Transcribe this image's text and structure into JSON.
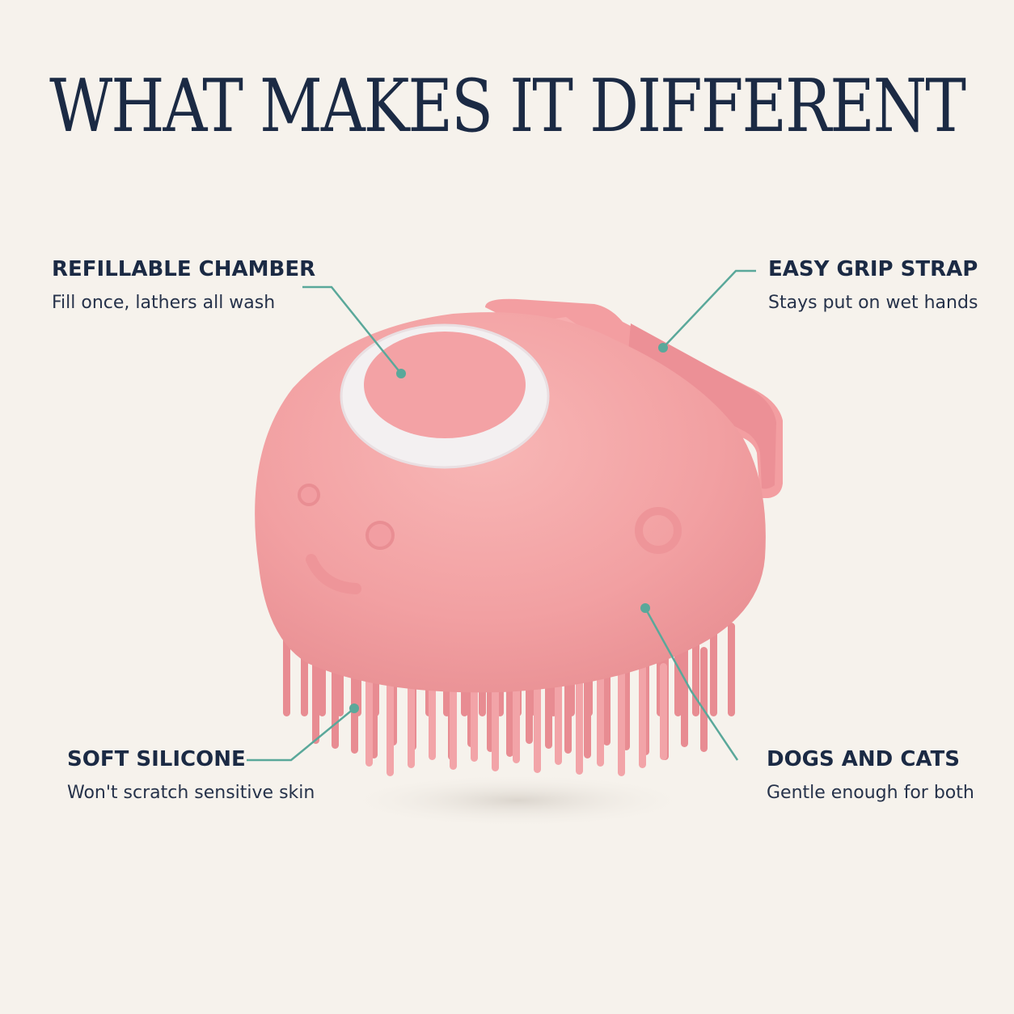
{
  "title": "WHAT MAKES IT DIFFERENT",
  "features": [
    {
      "heading": "REFILLABLE CHAMBER",
      "description": "Fill once, lathers all wash"
    },
    {
      "heading": "EASY GRIP STRAP",
      "description": "Stays put on wet hands"
    },
    {
      "heading": "SOFT SILICONE",
      "description": "Won't scratch sensitive skin"
    },
    {
      "heading": "DOGS AND CATS",
      "description": "Gentle enough for both"
    }
  ],
  "colors": {
    "background": "#f6f2ec",
    "text": "#1b2a44",
    "callout_line": "#5aa89a",
    "brush_pink": "#f3a5a7"
  }
}
